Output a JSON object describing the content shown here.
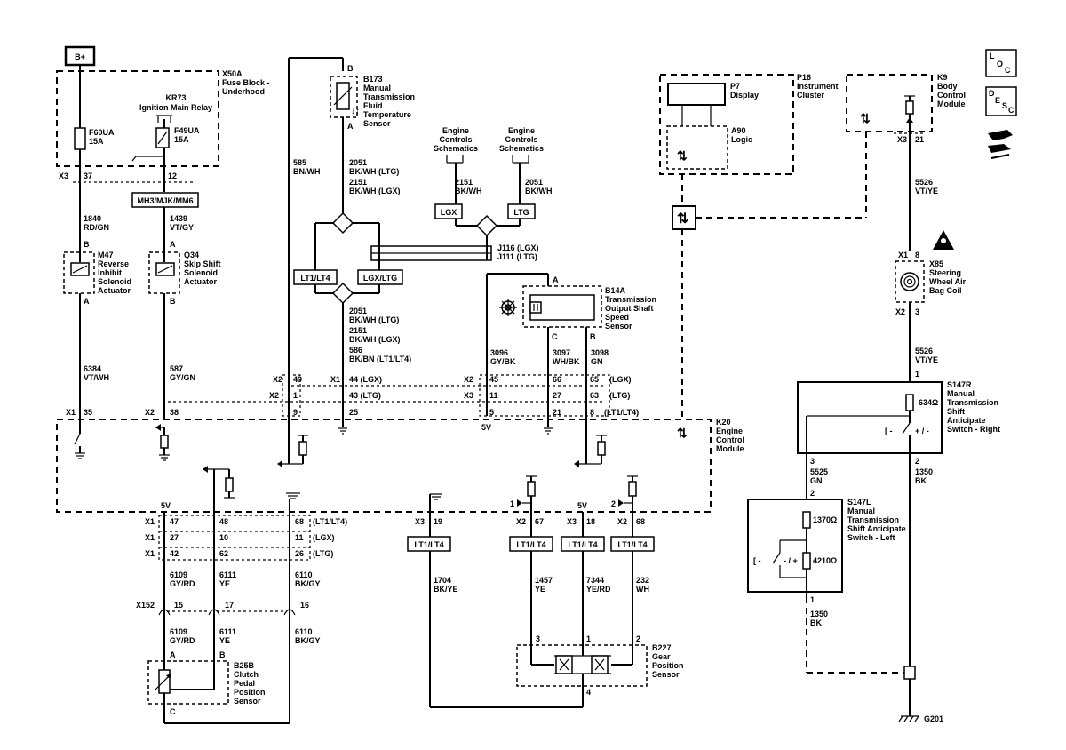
{
  "bplus": "B+",
  "x50a": {
    "id": "X50A",
    "name": [
      "Fuse Block -",
      "Underhood"
    ]
  },
  "kr73": {
    "id": "KR73",
    "name": "Ignition Main Relay"
  },
  "f60": [
    "F60UA",
    "15A"
  ],
  "f49": [
    "F49UA",
    "15A"
  ],
  "x3_top": {
    "conn": "X3",
    "pin37": "37",
    "pin12": "12"
  },
  "mh3": "MH3/MJK/MM6",
  "wire1840": [
    "1840",
    "RD/GN"
  ],
  "wire1439": [
    "1439",
    "VT/GY"
  ],
  "m47": {
    "pin_b": "B",
    "pin_a": "A",
    "lines": [
      "M47",
      "Reverse",
      "Inhibit",
      "Solenoid",
      "Actuator"
    ]
  },
  "q34": {
    "pin_a": "A",
    "pin_b": "B",
    "lines": [
      "Q34",
      "Skip Shift",
      "Solenoid",
      "Actuator"
    ]
  },
  "wire6384": [
    "6384",
    "VT/WH"
  ],
  "wire587": [
    "587",
    "GY/GN"
  ],
  "x1_35": [
    "X1",
    "35"
  ],
  "x2_38": [
    "X2",
    "38"
  ],
  "b173": {
    "pin_b": "B",
    "pin_a": "A",
    "lines": [
      "B173",
      "Manual",
      "Transmission",
      "Fluid",
      "Temperature",
      "Sensor"
    ]
  },
  "wire585": [
    "585",
    "BN/WH"
  ],
  "wire_b173": [
    "2051",
    "BK/WH (LTG)",
    "2151",
    "BK/WH (LGX)"
  ],
  "ecs_left": [
    "Engine",
    "Controls",
    "Schematics"
  ],
  "ecs_right": [
    "Engine",
    "Controls",
    "Schematics"
  ],
  "wire2151": [
    "2151",
    "BK/WH"
  ],
  "wire2051": [
    "2051",
    "BK/WH"
  ],
  "lgx": "LGX",
  "ltg": "LTG",
  "j116": [
    "J116 (LGX)",
    "J111 (LTG)"
  ],
  "lt1_box": "LT1/LT4",
  "lgx_ltg_box": "LGX/LTG",
  "wire_lower_mid": [
    "2051",
    "BK/WH (LTG)",
    "2151",
    "BK/WH (LGX)",
    "586",
    "BK/BN (LT1/LT4)"
  ],
  "b14a": {
    "pin_a": "A",
    "pin_c": "C",
    "pin_b": "B",
    "lines": [
      "B14A",
      "Transmission",
      "Output Shaft",
      "Speed",
      "Sensor"
    ]
  },
  "wire3096": [
    "3096",
    "GY/BK"
  ],
  "wire3097": [
    "3097",
    "WH/BK"
  ],
  "wire3098": [
    "3098",
    "GN"
  ],
  "ecm_conn_row1": {
    "x2": "X2",
    "p49": "49",
    "x1": "X1",
    "p44": "44 (LGX)",
    "x2b": "X2",
    "p45": "45",
    "p66": "66",
    "p65": "65",
    "lbl": "(LGX)"
  },
  "ecm_conn_row2": {
    "x2": "X2",
    "p1": "1",
    "p43": "43 (LTG)",
    "x3": "X3",
    "p11": "11",
    "p27": "27",
    "p63": "63",
    "lbl": "(LTG)"
  },
  "ecm_conn_row3": {
    "p9": "9",
    "p25": "25",
    "p5": "5",
    "p21": "21",
    "p8": "8",
    "lbl": "(LT1/LT4)"
  },
  "five_v": "5V",
  "k20": {
    "lines": [
      "K20",
      "Engine",
      "Control",
      "Module"
    ]
  },
  "p16": {
    "lines": [
      "P16",
      "Instrument",
      "Cluster"
    ]
  },
  "p7": {
    "lines": [
      "P7",
      "Display"
    ]
  },
  "a90": {
    "lines": [
      "A90",
      "Logic"
    ]
  },
  "k9": {
    "lines": [
      "K9",
      "Body",
      "Control",
      "Module"
    ]
  },
  "k9_conn": [
    "X3",
    "21"
  ],
  "wire5526": [
    "5526",
    "VT/YE"
  ],
  "x85": {
    "conn_top": "X1",
    "pin_top": "8",
    "conn_bot": "X2",
    "pin_bot": "3",
    "lines": [
      "X85",
      "Steering",
      "Wheel Air",
      "Bag Coil"
    ]
  },
  "wire5526b": [
    "5526",
    "VT/YE"
  ],
  "s147r": {
    "pin1": "1",
    "res": "634Ω",
    "pin3": "3",
    "pin2": "2",
    "lines": [
      "S147R",
      "Manual",
      "Transmission",
      "Shift",
      "Anticipate",
      "Switch - Right"
    ]
  },
  "wire5525": [
    "5525",
    "GN"
  ],
  "wire1350a": [
    "1350",
    "BK"
  ],
  "s147l": {
    "pin2": "2",
    "pin1": "1",
    "res1": "1370Ω",
    "res2": "4210Ω",
    "lines": [
      "S147L",
      "Manual",
      "Transmission",
      "Shift Anticipate",
      "Switch - Left"
    ]
  },
  "wire1350b": [
    "1350",
    "BK"
  ],
  "g201": "G201",
  "icons": {
    "loc": [
      "L",
      "O",
      "C"
    ],
    "desc": [
      "D",
      "E",
      "S",
      "C"
    ]
  },
  "bottom_conn": {
    "v5": "5V",
    "row1": [
      "X1",
      "47",
      "48",
      "68",
      "(LT1/LT4)"
    ],
    "row2": [
      "X1",
      "27",
      "10",
      "11",
      "(LGX)"
    ],
    "row3": [
      "X1",
      "42",
      "62",
      "26",
      "(LTG)"
    ]
  },
  "wire6109": [
    "6109",
    "GY/RD"
  ],
  "wire6111": [
    "6111",
    "YE"
  ],
  "wire6110": [
    "6110",
    "BK/GY"
  ],
  "x152": [
    "X152",
    "15",
    "17",
    "16"
  ],
  "wire6109b": [
    "6109",
    "GY/RD"
  ],
  "wire6111b": [
    "6111",
    "YE"
  ],
  "wire6110b": [
    "6110",
    "BK/GY"
  ],
  "b25b": {
    "pin_a": "A",
    "pin_b": "B",
    "pin_c": "C",
    "lines": [
      "B25B",
      "Clutch",
      "Pedal",
      "Position",
      "Sensor"
    ]
  },
  "gp_conn": {
    "x3": "X3",
    "p19": "19",
    "one": "1",
    "x2a": "X2",
    "p67": "67",
    "v5": "5V",
    "x3b": "X3",
    "p18": "18",
    "two": "2",
    "x2b": "X2",
    "p68": "68"
  },
  "lt_boxes": [
    "LT1/LT4",
    "LT1/LT4",
    "LT1/LT4",
    "LT1/LT4"
  ],
  "wire1704": [
    "1704",
    "BK/YE"
  ],
  "wire1457": [
    "1457",
    "YE"
  ],
  "wire7344": [
    "7344",
    "YE/RD"
  ],
  "wire232": [
    "232",
    "WH"
  ],
  "b227": {
    "p3": "3",
    "p1": "1",
    "p2": "2",
    "p4": "4",
    "lines": [
      "B227",
      "Gear",
      "Position",
      "Sensor"
    ]
  }
}
